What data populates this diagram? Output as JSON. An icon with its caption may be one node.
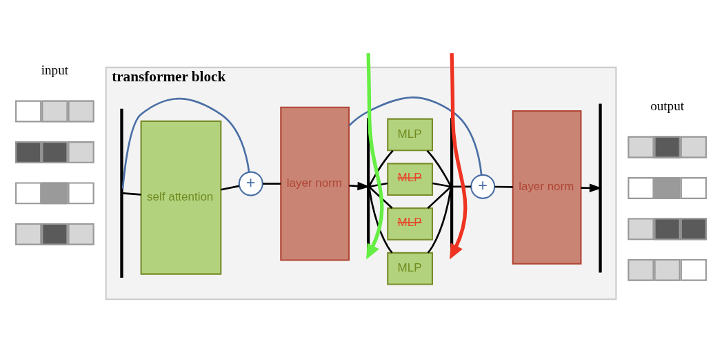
{
  "diagram": {
    "nodes": [
      {
        "text": [
          "transformer block"
        ]
      },
      {
        "text": [],
        "shape": "bar",
        "in": 0
      },
      {
        "text": [
          "self attention"
        ],
        "in": 0
      },
      {
        "text": [
          "+"
        ],
        "in": 0
      },
      {
        "text": [
          "layer norm"
        ],
        "in": 0
      },
      {
        "text": [],
        "shape": "bar",
        "in": 0
      },
      {
        "text": [
          "MLP"
        ],
        "in": 0
      },
      {
        "text": [
          "MLP"
        ],
        "in": 0
      },
      {
        "text": [
          "MLP"
        ],
        "in": 0
      },
      {
        "text": [
          "MLP"
        ],
        "in": 0
      },
      {
        "text": [],
        "shape": "bar",
        "in": 0
      },
      {
        "text": [
          "+"
        ],
        "in": 0
      },
      {
        "text": [
          "layer norm"
        ],
        "in": 0
      },
      {
        "text": [],
        "shape": "bar",
        "in": 0
      },
      {
        "text": [],
        "shape": "box"
      },
      {
        "text": [],
        "shape": "box"
      },
      {
        "text": [],
        "shape": "box"
      },
      {
        "text": [],
        "shape": "box"
      },
      {
        "text": [],
        "shape": "box"
      },
      {
        "text": [],
        "shape": "box"
      },
      {
        "text": [],
        "shape": "box"
      },
      {
        "text": [],
        "shape": "box"
      }
    ],
    "edges": [
      {
        "from": 1,
        "to": 2,
        "arrow": "none"
      },
      {
        "from": 1,
        "to": 3,
        "arrow": "none",
        "color": "#4a6fa5"
      },
      {
        "from": 2,
        "to": 3,
        "arrow": "none"
      },
      {
        "from": 3,
        "to": 4,
        "arrow": "none"
      },
      {
        "from": 4,
        "to": 5,
        "arrow": "to"
      },
      {
        "from": 4,
        "to": 11,
        "arrow": "none",
        "color": "#4a6fa5"
      },
      {
        "from": 5,
        "to": 6,
        "arrow": "none"
      },
      {
        "from": 5,
        "to": 7,
        "arrow": "none"
      },
      {
        "from": 5,
        "to": 8,
        "arrow": "none"
      },
      {
        "from": 5,
        "to": 9,
        "arrow": "none"
      },
      {
        "from": 6,
        "to": 10,
        "arrow": "none"
      },
      {
        "from": 7,
        "to": 10,
        "arrow": "none"
      },
      {
        "from": 8,
        "to": 10,
        "arrow": "none"
      },
      {
        "from": 9,
        "to": 10,
        "arrow": "none"
      },
      {
        "from": 10,
        "to": 11,
        "arrow": "none"
      },
      {
        "from": 11,
        "to": 12,
        "arrow": "none"
      },
      {
        "from": 12,
        "to": 13,
        "arrow": "to"
      },
      {
        "from": null,
        "to": 5,
        "arrow": "to",
        "style": "thick",
        "color": "#66ee44"
      },
      {
        "from": null,
        "to": 10,
        "arrow": "to",
        "style": "thick",
        "color": "#ee3322"
      }
    ],
    "labels": [
      "input",
      "output"
    ]
  }
}
